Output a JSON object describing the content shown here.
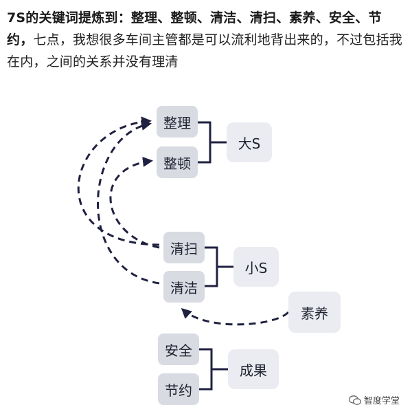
{
  "intro": {
    "bold": "7S的关键词提炼到：整理、整顿、清洁、清扫、素养、安全、节约，",
    "rest": "七点，我想很多车间主管都是可以流利地背出来的，不过包括我在内，之间的关系并没有理清"
  },
  "nodes": {
    "zhengli": "整理",
    "zhengdun": "整顿",
    "qingsao": "清扫",
    "qingjie": "清洁",
    "anquan": "安全",
    "jieyue": "节约",
    "big_s": "大S",
    "small_s": "小S",
    "suyang": "素养",
    "chengguo": "成果"
  },
  "watermark": "智度学堂",
  "colors": {
    "node_bg": "#d9dbe2",
    "group_bg": "#eaecf1",
    "line": "#1f2140"
  }
}
